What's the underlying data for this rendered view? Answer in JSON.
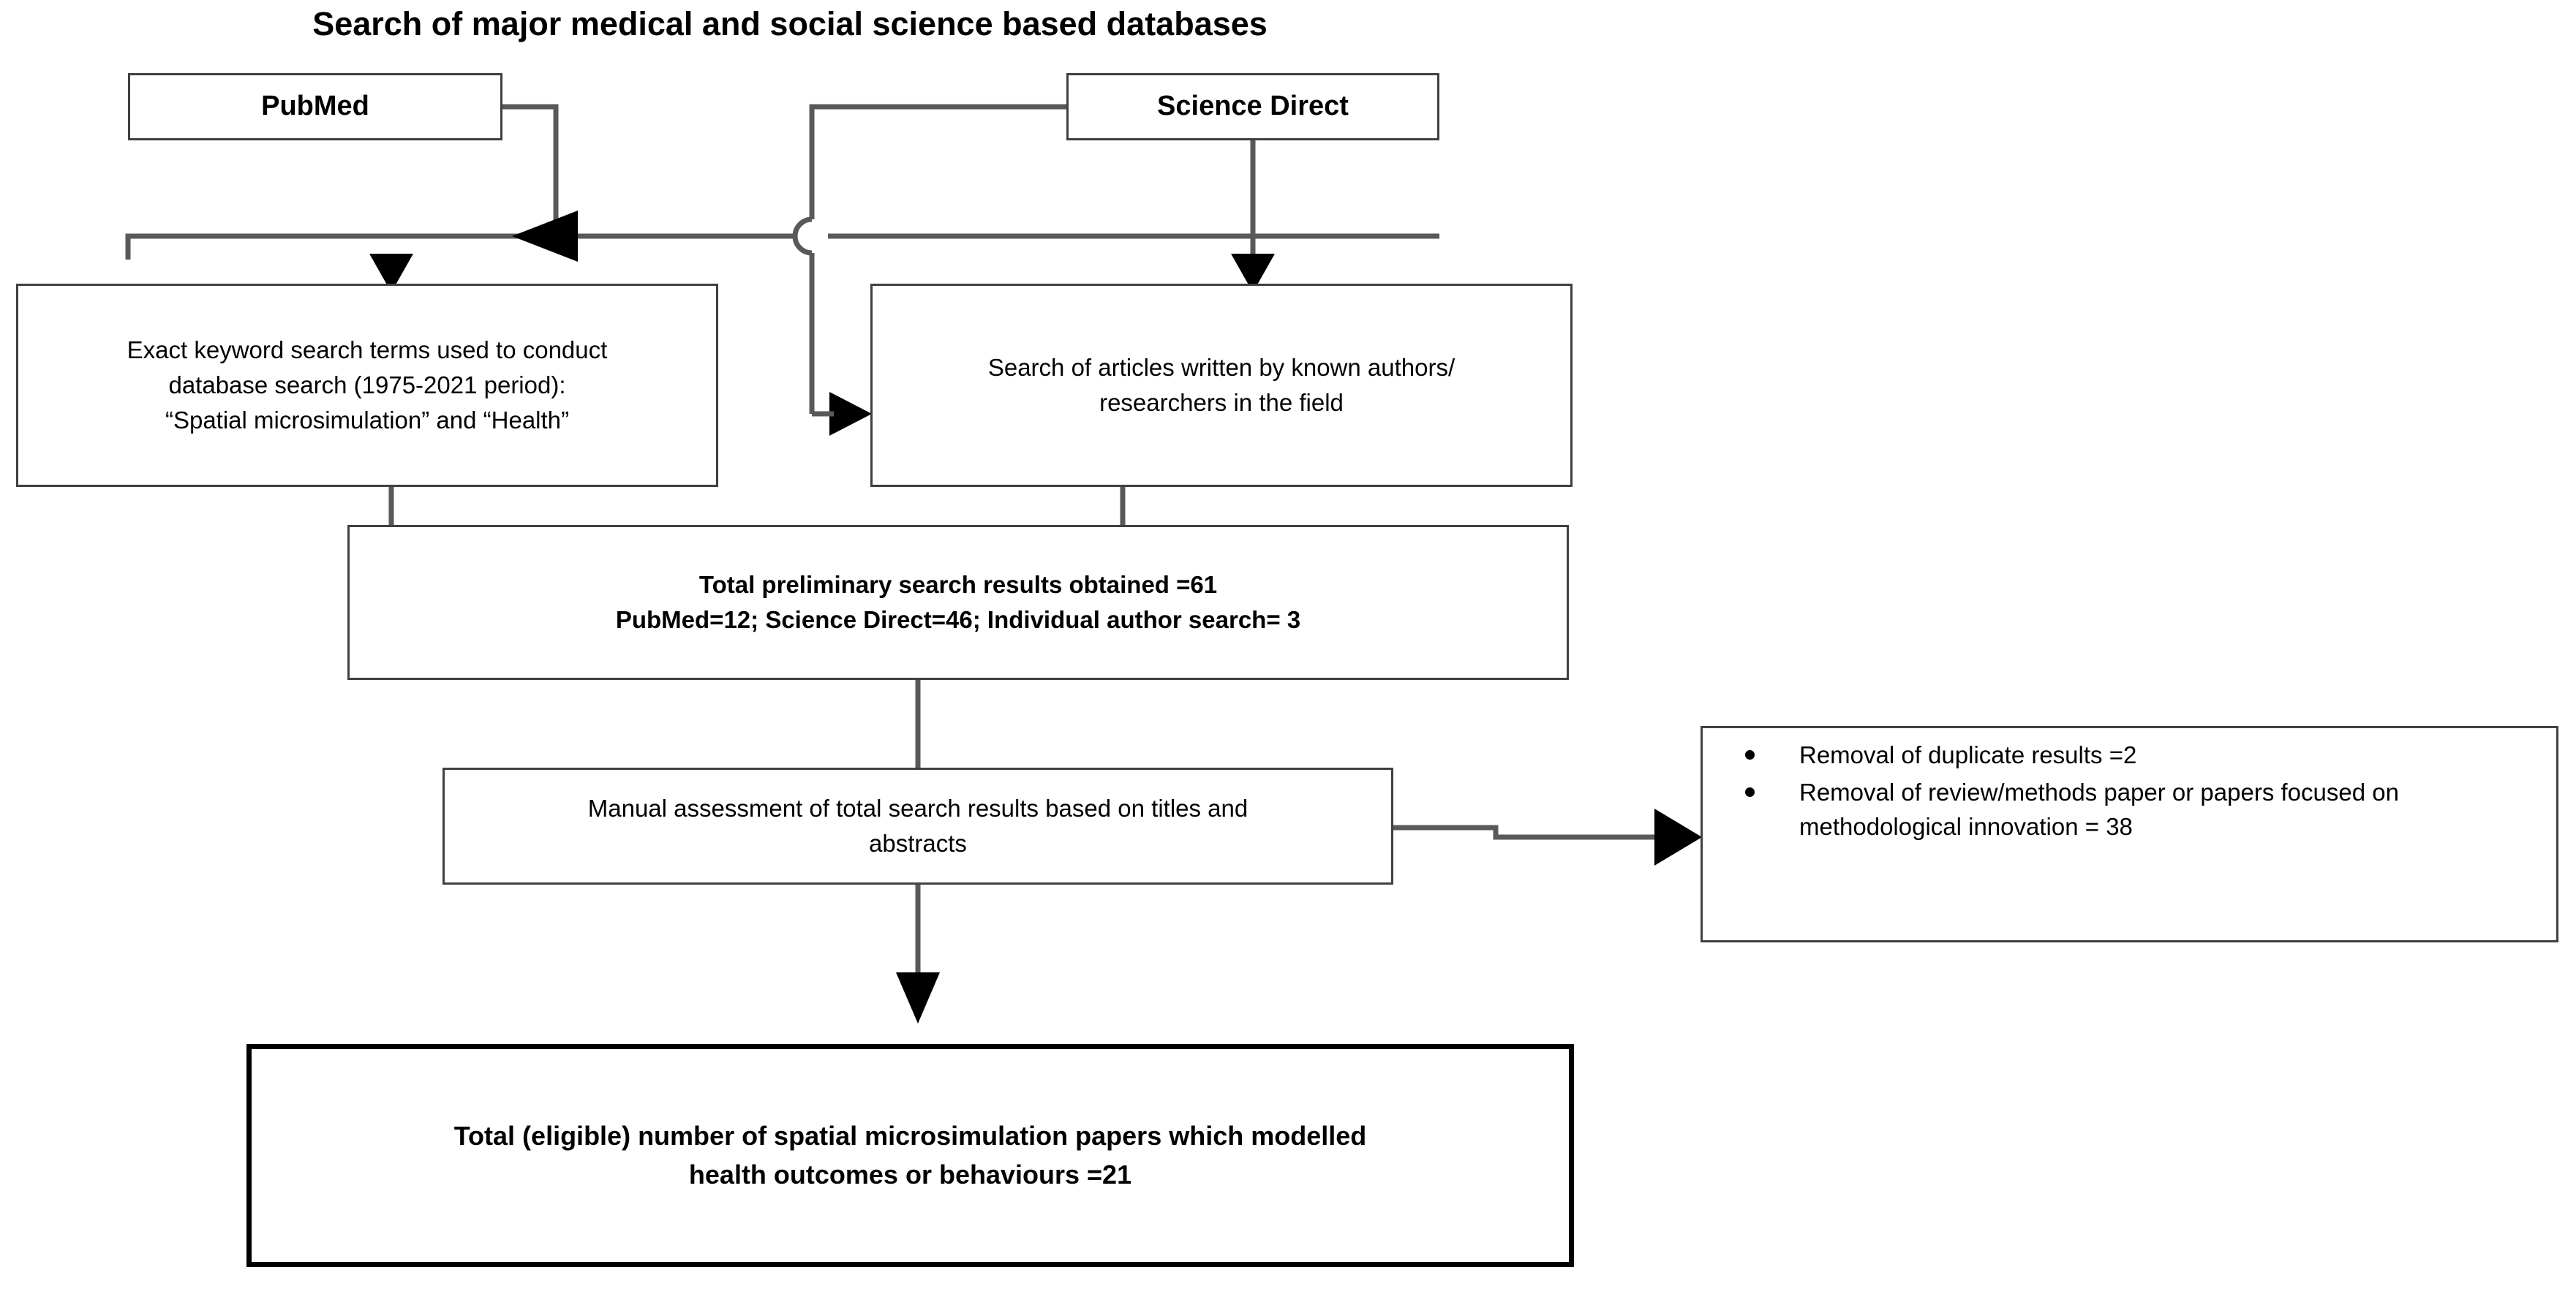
{
  "diagram": {
    "title": "Search of major medical and social science based databases",
    "type": "prisma-flow-diagram",
    "accent_color": "#000000",
    "line_color": "#595959",
    "border_color": "#404040",
    "nodes": {
      "pubmed": {
        "label": "PubMed"
      },
      "science_direct": {
        "label": "Science Direct"
      },
      "keywords": {
        "line1": "Exact keyword search terms used to conduct",
        "line2": "database search (1975-2021 period):",
        "line3": "“Spatial microsimulation” and “Health”"
      },
      "authors": {
        "line1": "Search of articles written by known authors/",
        "line2": "researchers in the field"
      },
      "total": {
        "line1": "Total preliminary search results obtained =61",
        "line2": "PubMed=12; Science Direct=46; Individual author search= 3"
      },
      "manual": {
        "line1": "Manual  assessment of total search results based on titles and",
        "line2": "abstracts"
      },
      "exclusions": {
        "items": [
          "Removal of duplicate results =2",
          "Removal of review/methods paper or papers focused on methodological innovation = 38"
        ]
      },
      "final": {
        "line1": "Total (eligible) number of spatial microsimulation papers which modelled",
        "line2": "health outcomes or behaviours =21"
      }
    },
    "counts": {
      "total_preliminary": 61,
      "pubmed_results": 12,
      "science_direct_results": 46,
      "individual_author_search": 3,
      "duplicates_removed": 2,
      "review_methods_removed": 38,
      "eligible_papers": 21
    }
  }
}
